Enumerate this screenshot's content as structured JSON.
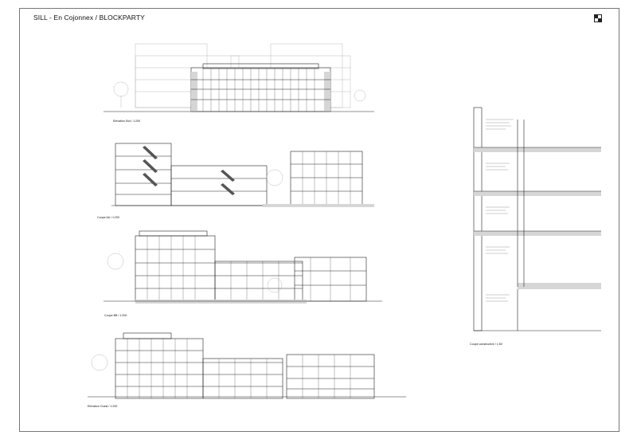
{
  "header": {
    "title": "SILL - En Cojonnex / BLOCKPARTY"
  },
  "captions": {
    "elevation_south": "Elévation Sud / 1:200",
    "section_aa": "Coupe AA / 1:200",
    "section_bb": "Coupe BB / 1:200",
    "elevation_west": "Elévation Ouest / 1:200",
    "construction_section": "Coupe constructive / 1:50"
  },
  "icons": {
    "logo": "grid-logo-icon"
  }
}
